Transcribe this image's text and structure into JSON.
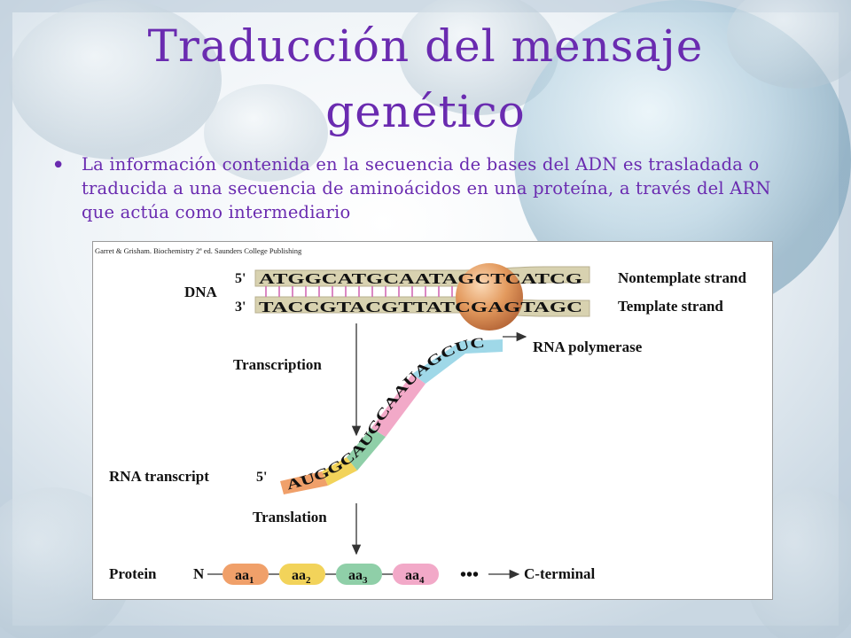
{
  "slide": {
    "title_line1": "Traducción del mensaje",
    "title_line2": "genético",
    "bullet": "La información contenida en la secuencia de bases del ADN es trasladada o traducida a una secuencia de aminoácidos en una proteína, a través del ARN que actúa como intermediario"
  },
  "figure": {
    "citation": "Garret & Grisham. Biochemistry 2ª ed. Saunders College Publishing",
    "dna_label": "DNA",
    "five_prime": "5'",
    "three_prime": "3'",
    "rna_five_prime": "5'",
    "nontemplate_seq": "ATGGCATGCAATAGCTCATCG",
    "template_seq": "TACCGTACGTTATCGAGTAGC",
    "rna_seq": "AUGGCAUGCAAUAGCUC",
    "nontemplate_label": "Nontemplate strand",
    "template_label": "Template strand",
    "polymerase_label": "RNA polymerase",
    "transcription_label": "Transcription",
    "rna_transcript_label": "RNA transcript",
    "translation_label": "Translation",
    "protein_label": "Protein",
    "n_label": "N",
    "aa": [
      "aa",
      "aa",
      "aa",
      "aa"
    ],
    "aa_sub": [
      "1",
      "2",
      "3",
      "4"
    ],
    "aa_colors": [
      "#f0a06a",
      "#f2d35a",
      "#8fcfa8",
      "#f2a9c8"
    ],
    "dots": "•••",
    "c_terminal": "C-terminal",
    "strand_color": "#d8d2b0",
    "rna_colors": [
      "#f0a06a",
      "#f2d35a",
      "#8fcfa8",
      "#f2a9c8",
      "#9fd8e8"
    ],
    "polymerase_color": "#e39a5e"
  }
}
